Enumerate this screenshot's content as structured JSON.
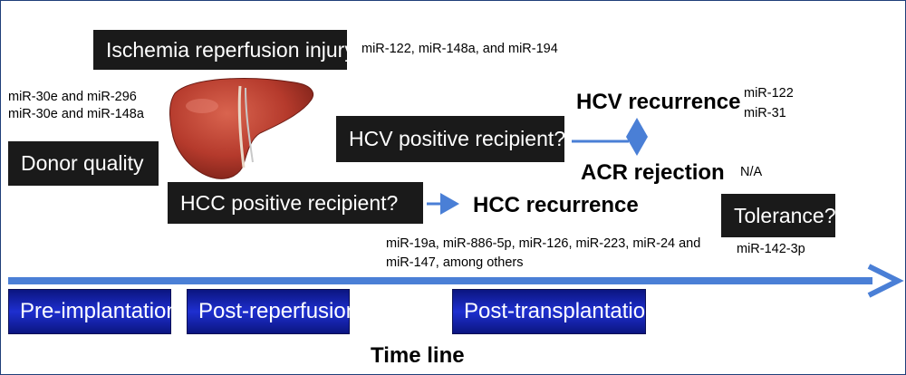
{
  "boxes": {
    "ischemia": "Ischemia reperfusion injury",
    "donor_quality": "Donor quality",
    "hcv_question": "HCV positive recipient?",
    "hcc_question": "HCC positive recipient?",
    "tolerance": "Tolerance?"
  },
  "notes": {
    "ischemia_mirs": "miR-122, miR-148a, and miR-194",
    "donor_mirs_line1": "miR-30e and miR-296",
    "donor_mirs_line2": "miR-30e and miR-148a",
    "hcv_mirs_line1": "miR-122",
    "hcv_mirs_line2": "miR-31",
    "acr_mirs": "N/A",
    "hcc_mirs_line1": "miR-19a, miR-886-5p, miR-126, miR-223, miR-24 and",
    "hcc_mirs_line2": "miR-147, among others",
    "tolerance_mirs": "miR-142-3p"
  },
  "outcomes": {
    "hcv_recurrence": "HCV recurrence",
    "acr_rejection": "ACR rejection",
    "hcc_recurrence": "HCC recurrence"
  },
  "phases": {
    "pre_implantation": "Pre-implantation",
    "post_reperfusion": "Post-reperfusion",
    "post_transplantation": "Post-transplantation"
  },
  "timeline_label": "Time line",
  "icons": {
    "organ": "liver-icon"
  },
  "colors": {
    "box_background": "#1a1a1a",
    "arrow_blue": "#4a7fd6",
    "phase_blue": "#1e2fd0",
    "liver_red": "#b53a2c"
  }
}
